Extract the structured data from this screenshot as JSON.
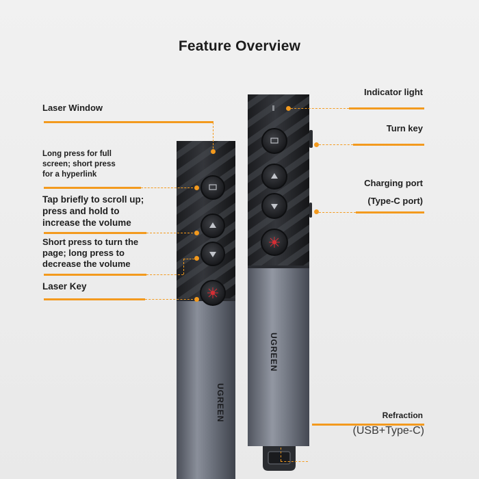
{
  "title": "Feature Overview",
  "brand": "UGREEN",
  "accent_color": "#f39a1e",
  "labels": {
    "laser_window": "Laser Window",
    "long_press": [
      "Long press for full",
      "screen; short press",
      "for a hyperlink"
    ],
    "scroll_up": [
      "Tap briefly to scroll up;",
      "press and hold to",
      "increase the volume"
    ],
    "page_turn": [
      "Short press to turn the",
      "page; long press to",
      "decrease the volume"
    ],
    "laser_key": "Laser Key",
    "indicator_light": "Indicator light",
    "turn_key": "Turn key",
    "charging_port": "Charging port",
    "charging_port_type": "(Type-C port)",
    "refraction": "Refraction",
    "refraction_type": "(USB+Type-C)"
  },
  "icons": [
    "screen-icon",
    "up-arrow-icon",
    "down-arrow-icon",
    "laser-icon"
  ]
}
